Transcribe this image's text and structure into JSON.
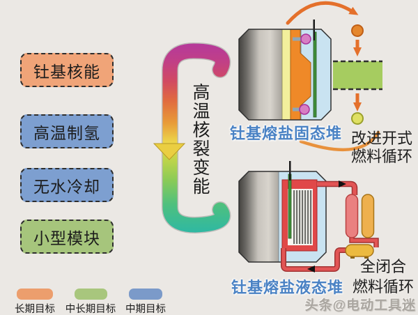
{
  "goals": {
    "items": [
      {
        "label": "钍基核能",
        "fill": "#f0a478"
      },
      {
        "label": "高温制氢",
        "fill": "#7d9fd0"
      },
      {
        "label": "无水冷却",
        "fill": "#7d9fd0"
      },
      {
        "label": "小型模块",
        "fill": "#a6c57c"
      }
    ]
  },
  "center": {
    "arrow_label": "高温核裂变能"
  },
  "solid_reactor": {
    "label": "钍基熔盐固态堆",
    "cycle": {
      "line1": "改进开式",
      "line2": "燃料循环"
    }
  },
  "liquid_reactor": {
    "label": "钍基熔盐液态堆",
    "cycle": {
      "line1": "全闭合",
      "line2": "燃料循环"
    }
  },
  "legend": {
    "items": [
      {
        "label": "长期目标",
        "fill": "#ec9e6d"
      },
      {
        "label": "中长期目标",
        "fill": "#a8c67d"
      },
      {
        "label": "中期目标",
        "fill": "#7b9ac9"
      }
    ]
  },
  "watermark": {
    "text": "头条@电动工具迷"
  },
  "colors": {
    "background": "#ebe8e4",
    "reactor_label_blue": "#4a82c4",
    "loop_orange": "#e4702b",
    "pipe_red": "#e25555",
    "gradient_arrow": [
      "#b5399b",
      "#d14a62",
      "#e89b38",
      "#ecd44a",
      "#8ccb56",
      "#2eb8a3"
    ]
  }
}
